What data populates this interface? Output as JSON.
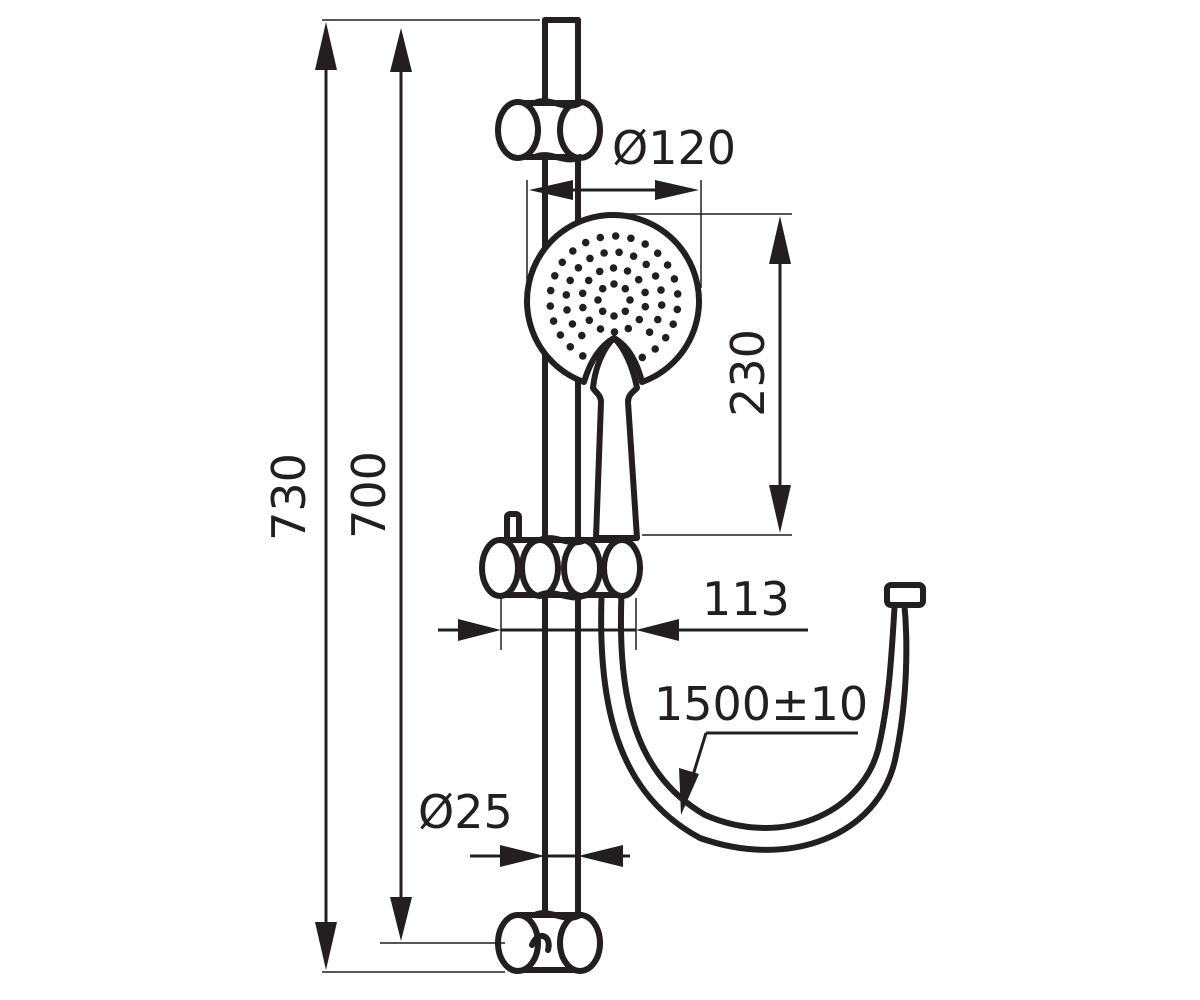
{
  "diagram": {
    "colors": {
      "ink": "#231f20",
      "paper": "#ffffff"
    },
    "dimensions": {
      "total_height": "730",
      "slide_rail_length": "700",
      "head_diameter": "Ø120",
      "head_height": "230",
      "holder_projection": "113",
      "hose_length": "1500±10",
      "rail_diameter": "Ø25"
    }
  }
}
